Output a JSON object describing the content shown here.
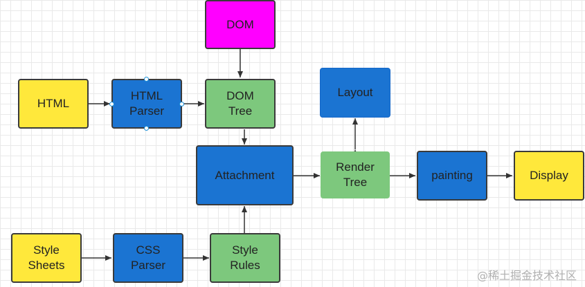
{
  "colors": {
    "yellow": "#ffe83b",
    "blue": "#1b74d2",
    "green": "#7dc87d",
    "magenta": "#ff00ff",
    "edge": "#333333"
  },
  "nodes": {
    "dom": "DOM",
    "html": "HTML",
    "html_parser": "HTML\nParser",
    "dom_tree": "DOM\nTree",
    "layout": "Layout",
    "attachment": "Attachment",
    "render_tree": "Render\nTree",
    "painting": "painting",
    "display": "Display",
    "style_sheets": "Style\nSheets",
    "css_parser": "CSS\nParser",
    "style_rules": "Style\nRules"
  },
  "edges": [
    {
      "from": "html",
      "to": "html_parser"
    },
    {
      "from": "html_parser",
      "to": "dom_tree"
    },
    {
      "from": "dom",
      "to": "dom_tree"
    },
    {
      "from": "dom_tree",
      "to": "attachment"
    },
    {
      "from": "style_sheets",
      "to": "css_parser"
    },
    {
      "from": "css_parser",
      "to": "style_rules"
    },
    {
      "from": "style_rules",
      "to": "attachment"
    },
    {
      "from": "attachment",
      "to": "render_tree"
    },
    {
      "from": "render_tree",
      "to": "layout",
      "bidirectional": true
    },
    {
      "from": "render_tree",
      "to": "painting"
    },
    {
      "from": "painting",
      "to": "display"
    }
  ],
  "watermark": "@稀土掘金技术社区"
}
